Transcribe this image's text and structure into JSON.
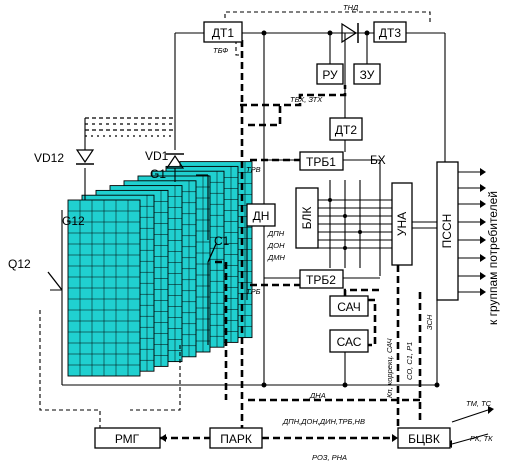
{
  "blocks": {
    "dt1": "ДТ1",
    "dt2": "ДТ2",
    "dt3": "ДТ3",
    "ru": "РУ",
    "zu": "ЗУ",
    "trb1": "ТРБ1",
    "trb2": "ТРБ2",
    "dn": "ДН",
    "blk": "БЛК",
    "una": "УНА",
    "pssn": "ПССН",
    "sach": "САЧ",
    "sas": "САС",
    "rmg": "РМГ",
    "park": "ПАРК",
    "btsvk": "БЦВК"
  },
  "components": {
    "vd12": "VD12",
    "vd1": "VD1",
    "g1": "G1",
    "g12": "G12",
    "q12": "Q12",
    "c1": "C1"
  },
  "signals": {
    "tnd": "ТНД",
    "tbf": "ТБФ",
    "tbh_ztkh": "ТБХ, ЗТХ",
    "bh": "БХ",
    "trv": "ТРВ",
    "trb": "ТРБ",
    "dpn": "ДПН",
    "don": "ДОН",
    "dmn": "ДМН",
    "zsn": "ЗСН",
    "dna": "ДНА",
    "kp_korr": "Кп, коррекц. САЧ",
    "so_s1_r1": "СО, С1, Р1",
    "bus_top": "ДПН,ДОН,ДИН,ТРБ,НВ",
    "bus_bottom": "РОЗ, РНА",
    "tm_ts": "ТМ, ТС",
    "rk_tk": "РК, ТК",
    "consumers": "к группам потребителей"
  }
}
